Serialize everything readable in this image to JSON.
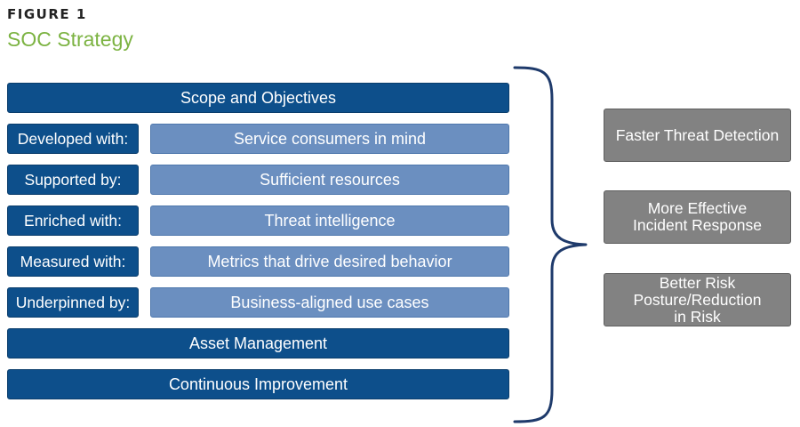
{
  "figure": {
    "label": "FIGURE 1",
    "title": "SOC Strategy"
  },
  "colors": {
    "dark_blue": "#0d4f8b",
    "light_blue": "#6b8fc0",
    "gray": "#828282",
    "title_green": "#7cb342"
  },
  "strategy": {
    "scope": "Scope and Objectives",
    "rows": [
      {
        "label": "Developed with:",
        "value": "Service consumers in mind"
      },
      {
        "label": "Supported by:",
        "value": "Sufficient resources"
      },
      {
        "label": "Enriched with:",
        "value": "Threat intelligence"
      },
      {
        "label": "Measured with:",
        "value": "Metrics that drive desired behavior"
      },
      {
        "label": "Underpinned by:",
        "value": "Business-aligned use cases"
      }
    ],
    "asset_management": "Asset Management",
    "continuous_improvement": "Continuous Improvement"
  },
  "outcomes": [
    {
      "line1": "Faster Threat Detection"
    },
    {
      "line1": "More Effective",
      "line2": "Incident Response"
    },
    {
      "line1": "Better Risk",
      "line2": "Posture/Reduction",
      "line3": "in Risk"
    }
  ]
}
